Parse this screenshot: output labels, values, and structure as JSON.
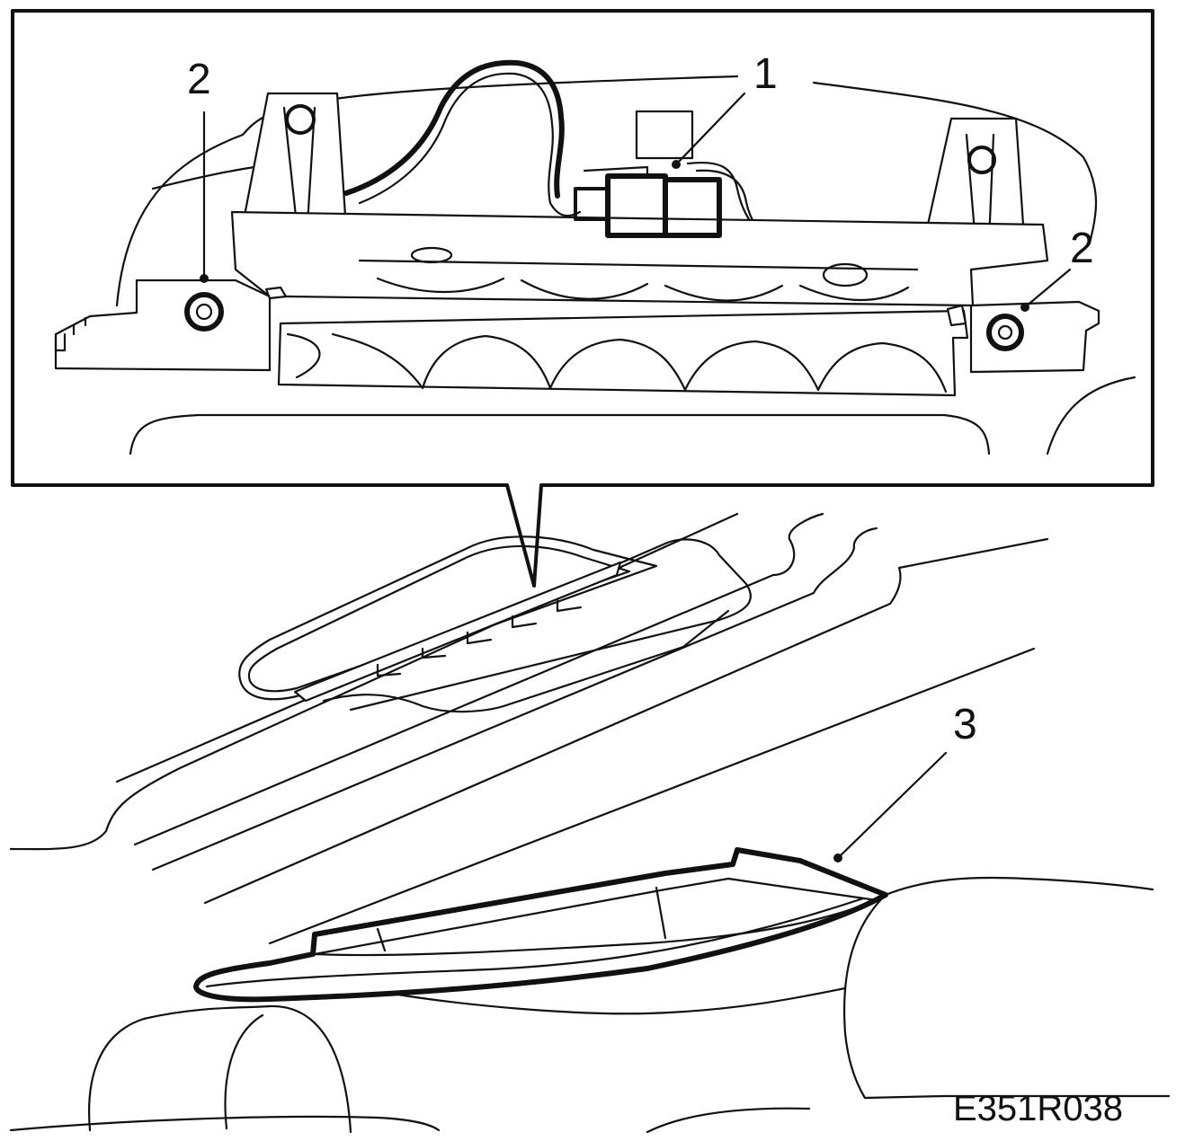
{
  "callouts": {
    "c1": "1",
    "c2_left": "2",
    "c2_right": "2",
    "c3": "3"
  },
  "figure_code": "E351R038"
}
